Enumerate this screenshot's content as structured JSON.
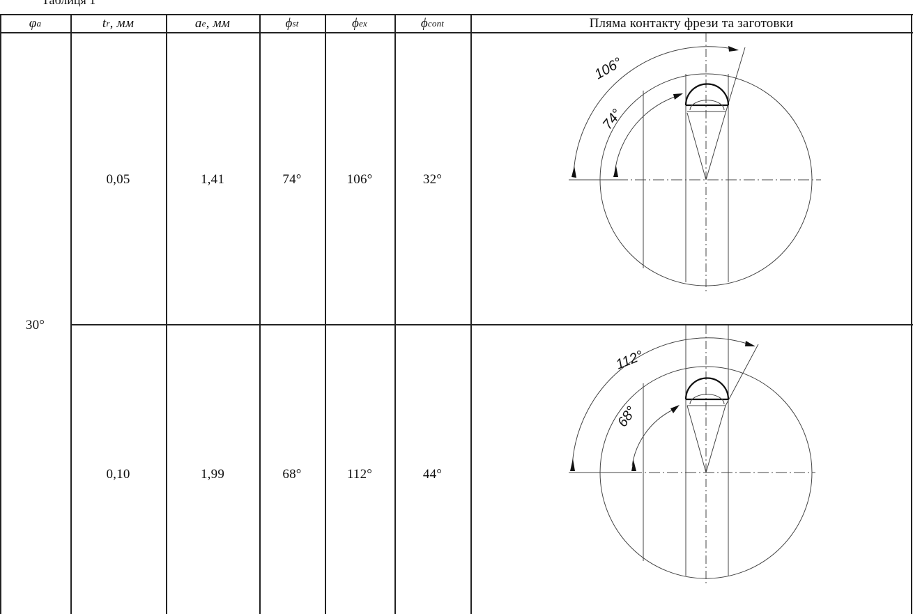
{
  "caption": "Таблиця 1",
  "headers": {
    "phi_a": "φ",
    "phi_a_sub": "a",
    "tr": "t",
    "tr_sub": "r",
    "tr_unit": ", мм",
    "ae": "a",
    "ae_sub": "e",
    "ae_unit": ", мм",
    "st": "ϕ",
    "st_sub": "st",
    "ex": "ϕ",
    "ex_sub": "ex",
    "cont": "ϕ",
    "cont_sub": "cont",
    "sketch": "Пляма контакту фрези та заготовки"
  },
  "group_angle": "30°",
  "rows": [
    {
      "tr": "0,05",
      "ae": "1,41",
      "st": "74°",
      "ex": "106°",
      "cont": "32°",
      "sketch_start": "74°",
      "sketch_exit": "106°"
    },
    {
      "tr": "0,10",
      "ae": "1,99",
      "st": "68°",
      "ex": "112°",
      "cont": "44°",
      "sketch_start": "68°",
      "sketch_exit": "112°"
    }
  ]
}
